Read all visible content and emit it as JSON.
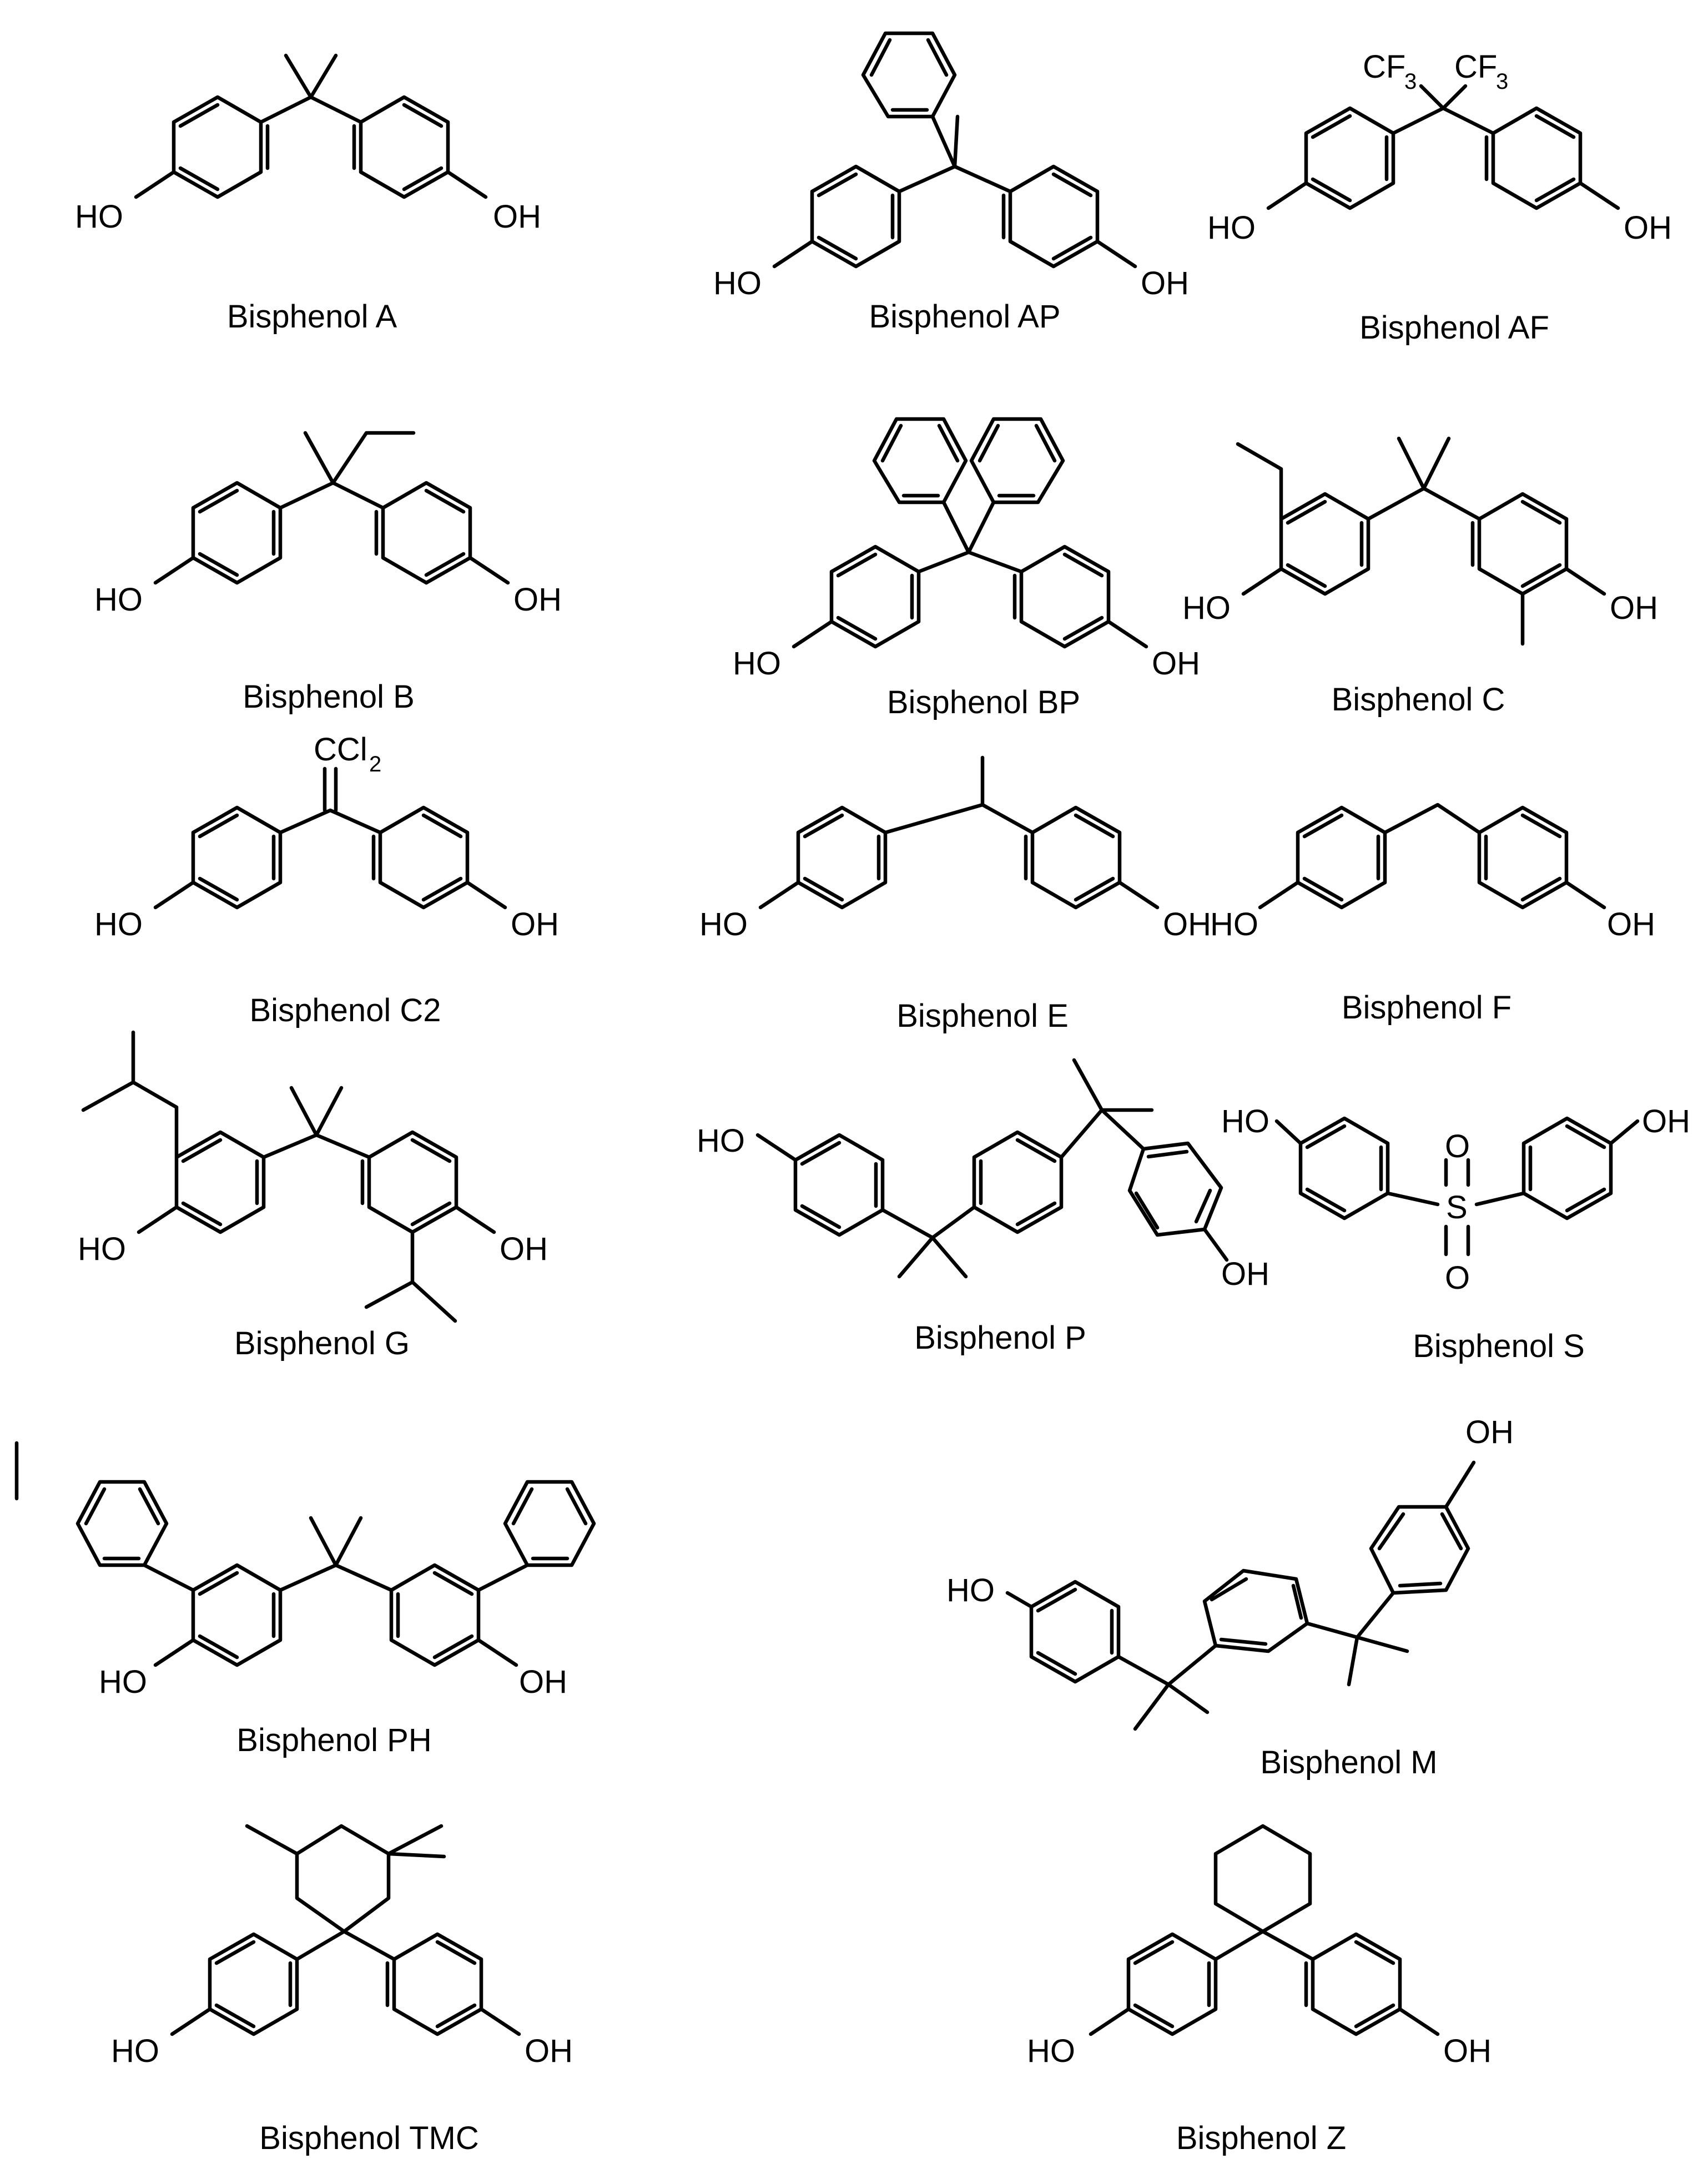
{
  "compounds": [
    {
      "name": "Bisphenol A"
    },
    {
      "name": "Bisphenol AP"
    },
    {
      "name": "Bisphenol AF"
    },
    {
      "name": "Bisphenol B"
    },
    {
      "name": "Bisphenol BP"
    },
    {
      "name": "Bisphenol C"
    },
    {
      "name": "Bisphenol C2"
    },
    {
      "name": "Bisphenol E"
    },
    {
      "name": "Bisphenol F"
    },
    {
      "name": "Bisphenol G"
    },
    {
      "name": "Bisphenol P"
    },
    {
      "name": "Bisphenol S"
    },
    {
      "name": "Bisphenol PH"
    },
    {
      "name": "Bisphenol M"
    },
    {
      "name": "Bisphenol TMC"
    },
    {
      "name": "Bisphenol Z"
    }
  ],
  "labels": {
    "hydroxyl": "OH",
    "hydroxyl_left": "HO",
    "trifluoromethyl_main": "CF",
    "trifluoromethyl_sub": "3",
    "dichloromethylene_main": "CCl",
    "dichloromethylene_sub": "2",
    "sulfur": "S",
    "oxygen": "O"
  }
}
